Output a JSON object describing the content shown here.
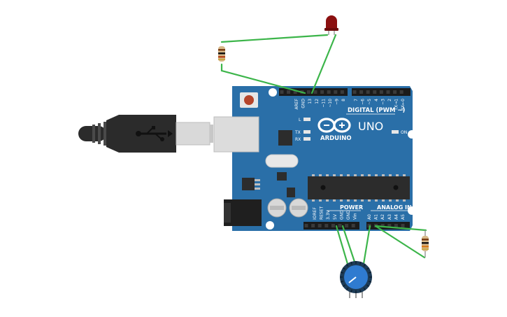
{
  "board": {
    "logo_text": "UNO",
    "brand_text": "ARDUINO",
    "digital_header": "DIGITAL (PWM ~)",
    "power_header": "POWER",
    "analog_header": "ANALOG IN",
    "led_l": "L",
    "led_tx": "TX",
    "led_rx": "RX",
    "led_on": "ON",
    "top_left_pins": [
      "AREF",
      "GND",
      "13",
      "12",
      "~11",
      "~10",
      "~9",
      "8"
    ],
    "top_right_pins": [
      "7",
      "~6",
      "~5",
      "4",
      "~3",
      "2",
      "TX→1",
      "RX←0"
    ],
    "power_pins": [
      "IOREF",
      "RESET",
      "3.3V",
      "5V",
      "GND",
      "GND",
      "Vin"
    ],
    "analog_pins": [
      "A0",
      "A1",
      "A2",
      "A3",
      "A4",
      "A5"
    ]
  },
  "colors": {
    "board": "#2a6fa8",
    "board_dark": "#1f5a8c",
    "wire": "#3cb54a",
    "led": "#8b1010",
    "chip": "#2c2c2c",
    "usb_metal": "#d8d8d8",
    "cable": "#2b2b2b",
    "pot": "#2f7bd0"
  },
  "components": {
    "usb_icon": "usb-symbol-icon",
    "arduino_icon": "infinity-logo-icon"
  }
}
